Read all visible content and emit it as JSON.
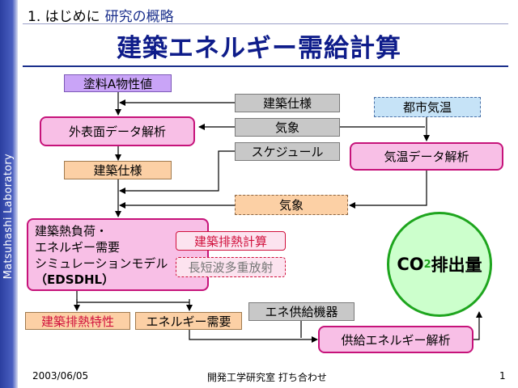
{
  "sidebar": {
    "label": "Matsuhashi Laboratory"
  },
  "header": {
    "section": "1. はじめに",
    "subtitle": "研究の概略"
  },
  "title": "建築エネルギー需給計算",
  "nodes": {
    "paint_a": "塗料A物性値",
    "building_spec_gray": "建築仕様",
    "urban_temp": "都市気温",
    "exterior_data": "外表面データ解析",
    "weather_gray": "気象",
    "schedule": "スケジュール",
    "temp_data": "気温データ解析",
    "building_spec_orange": "建築仕様",
    "weather_orange": "気象",
    "model_lines": [
      "建築熱負荷・",
      "エネルギー需要",
      "シミュレーションモデル"
    ],
    "model_name": "（EDSDHL）",
    "heat_exhaust_calc": "建築排熱計算",
    "longshort_wave": "長短波多重放射",
    "heat_exhaust_char": "建築排熱特性",
    "energy_demand": "エネルギー需要",
    "energy_supply_equip": "エネ供給機器",
    "supply_energy_analysis": "供給エネルギー解析",
    "co2_prefix": "CO",
    "co2_sub": "2",
    "co2_suffix": "排出量"
  },
  "colors": {
    "title": "#0e1c8a",
    "pink_border": "#c6137a",
    "circle_border": "#1ea51e",
    "red_text": "#d0103c"
  },
  "footer": {
    "date": "2003/06/05",
    "center": "開発工学研究室 打ち合わせ",
    "page": "1"
  }
}
